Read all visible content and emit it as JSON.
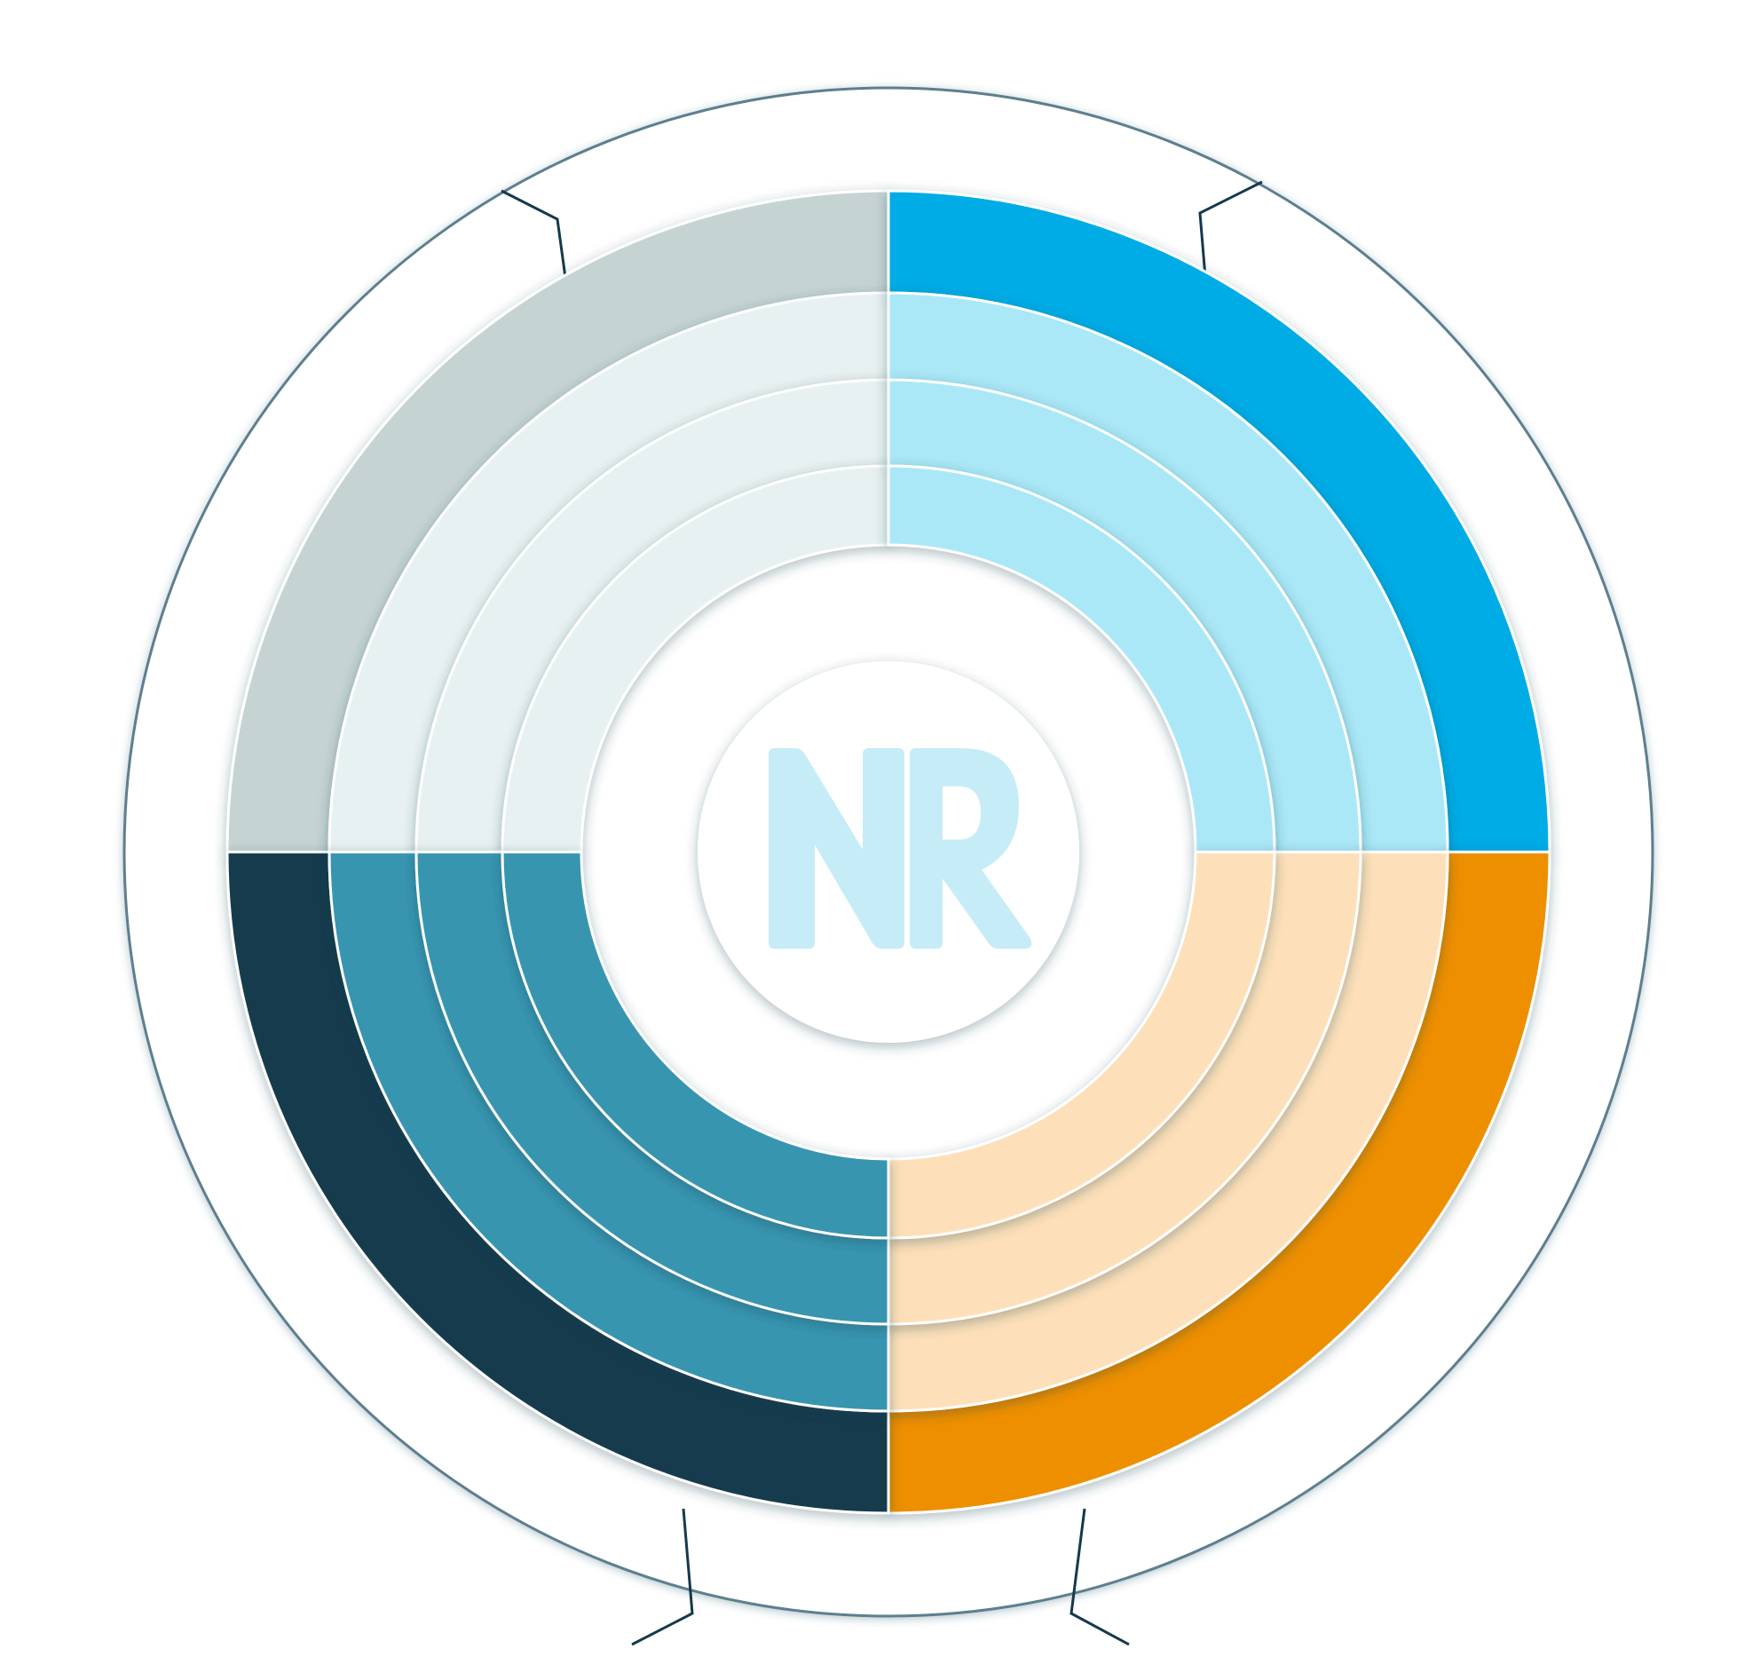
{
  "diagram": {
    "center_logo": {
      "text": "NR",
      "color": "#c6ecf7"
    },
    "colors": {
      "outer_ring_stroke": "#5d7f8f",
      "connector": "#14394d",
      "divider": "#ffffff",
      "hub_fill": "#ffffff"
    },
    "quadrants": [
      {
        "id": "top-left",
        "outer_band": "#c5d3d3",
        "inner_bands": "#e8f1f1"
      },
      {
        "id": "top-right",
        "outer_band": "#00ace6",
        "inner_bands": "#aae8f7"
      },
      {
        "id": "bottom-right",
        "outer_band": "#ee8f00",
        "inner_bands": "#fde0b9"
      },
      {
        "id": "bottom-left",
        "outer_band": "#133a4e",
        "inner_bands": "#3895b0"
      }
    ],
    "connectors": [
      "top-left",
      "top-right",
      "bottom-left",
      "bottom-right"
    ]
  }
}
